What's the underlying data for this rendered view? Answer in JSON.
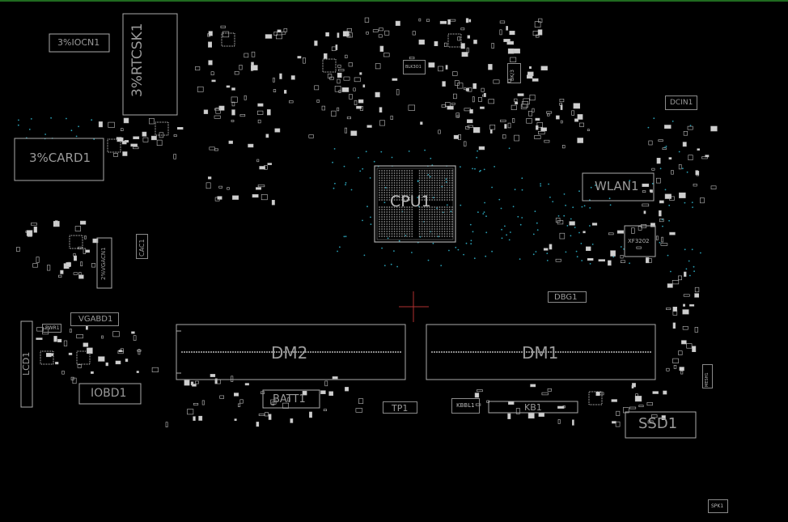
{
  "components": {
    "iocn": "3%IOCN1",
    "rtcsk": "3%RTCSK1",
    "card": "3%CARD1",
    "cpu": "CPU1",
    "wlan": "WLAN1",
    "dcin": "DCIN1",
    "xf": "XF3202",
    "cac": "CAC1",
    "vgacn": "2%VGACN1",
    "lcd": "LCD1",
    "pwr": "PWR1",
    "vgabd": "VGABD1",
    "iobd": "IOBD1",
    "dm2": "DM2",
    "dm1": "DM1",
    "dbg": "DBG1",
    "batt": "BATT1",
    "tp": "TP1",
    "kbbl": "KBBL1",
    "kb": "KB1",
    "ssd": "SSD1",
    "spk": "SPK1",
    "mesh": "MESH1",
    "sb": "BK/3",
    "blk": "BLK3O1"
  },
  "colors": {
    "background": "#000000",
    "outline": "#8a8a8a",
    "label": "#9a9a9a",
    "via": "#2aa0b5",
    "crosshair": "#b03030",
    "frame": "#1f6b1f"
  }
}
